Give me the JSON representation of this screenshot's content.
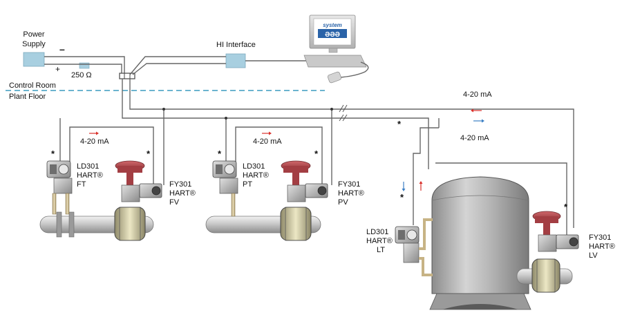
{
  "labels": {
    "power_supply_line1": "Power",
    "power_supply_line2": "Supply",
    "minus": "–",
    "plus": "+",
    "resistor": "250 Ω",
    "hi_interface": "HI Interface",
    "control_room": "Control Room",
    "plant_floor": "Plant Floor",
    "monitor_brand": "system",
    "monitor_logo": "ƏƏƏ",
    "current_loop_1": "4-20 mA",
    "current_loop_2": "4-20 mA",
    "current_loop_3_top": "4-20 mA",
    "current_loop_3_bottom": "4-20 mA",
    "asterisk": "*"
  },
  "devices": [
    {
      "id": "ft",
      "model": "LD301",
      "protocol": "HART®",
      "tag": "FT"
    },
    {
      "id": "fv",
      "model": "FY301",
      "protocol": "HART®",
      "tag": "FV"
    },
    {
      "id": "pt",
      "model": "LD301",
      "protocol": "HART®",
      "tag": "PT"
    },
    {
      "id": "pv",
      "model": "FY301",
      "protocol": "HART®",
      "tag": "PV"
    },
    {
      "id": "lt",
      "model": "LD301",
      "protocol": "HART®",
      "tag": "LT"
    },
    {
      "id": "lv",
      "model": "FY301",
      "protocol": "HART®",
      "tag": "LV"
    }
  ],
  "colors": {
    "arrow_red": "#d9302a",
    "arrow_blue": "#3b7fc4",
    "divider": "#3a9bbf",
    "actuator": "#b4484c"
  }
}
